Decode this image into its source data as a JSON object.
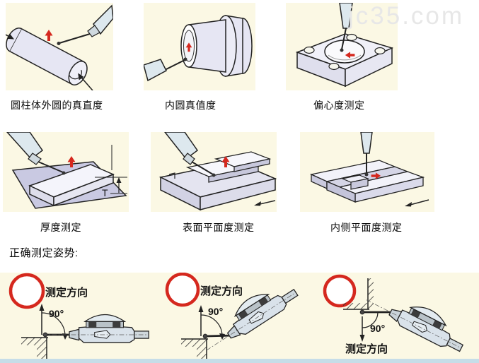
{
  "watermark": "jc35.com",
  "section_label": "正确测定姿势:",
  "figures": [
    {
      "caption": "圆柱体外圆的真直度"
    },
    {
      "caption": "内圆真值度"
    },
    {
      "caption": "偏心度测定"
    },
    {
      "caption": "厚度测定",
      "dim_label": "T"
    },
    {
      "caption": "表面平面度测定"
    },
    {
      "caption": "内侧平面度测定"
    }
  ],
  "postures": [
    {
      "direction_label": "测定方向",
      "angle_label": "90°"
    },
    {
      "direction_label": "测定方向",
      "angle_label": "90°"
    },
    {
      "direction_label": "测定方向",
      "angle_label": "90°"
    }
  ],
  "colors": {
    "panel_bg": "#FBF8E4",
    "workpiece": "#E6E6F3",
    "surface_plate": "#C9C9E2",
    "indicator_body": "#D9E2EA",
    "accent_red": "#D5281E",
    "outline": "#222222",
    "bottom_strip": "#C6DDE8",
    "watermark_gray": "#E7E7E7"
  }
}
